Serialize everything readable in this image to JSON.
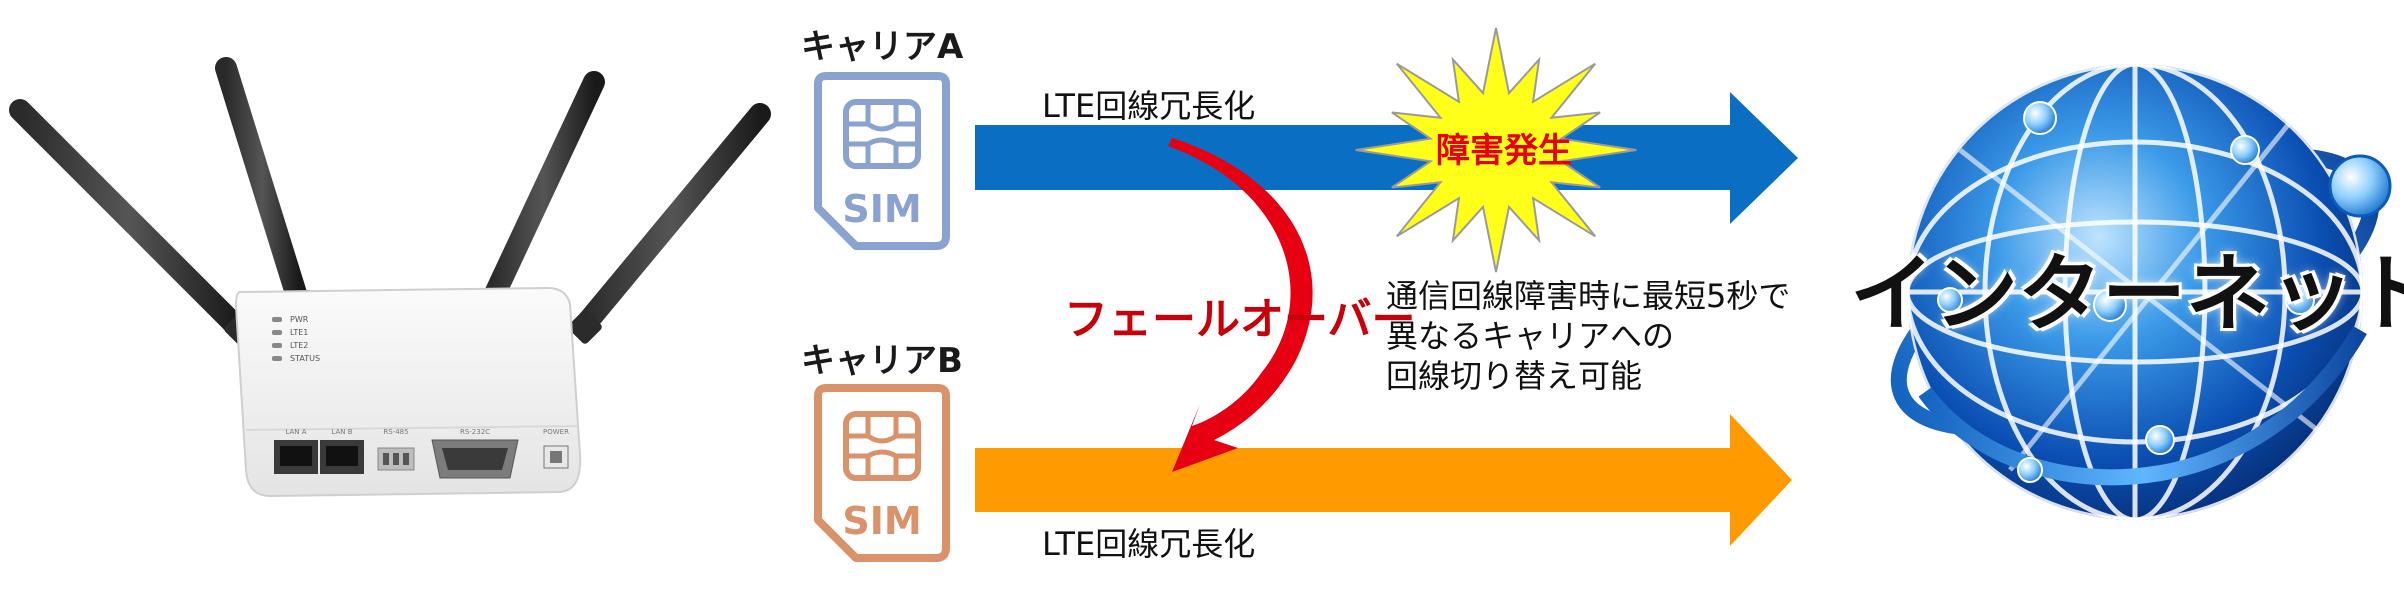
{
  "carrier_a": {
    "label": "キャリアA",
    "line_label": "LTE回線冗長化",
    "sim_text": "SIM"
  },
  "carrier_b": {
    "label": "キャリアB",
    "line_label": "LTE回線冗長化",
    "sim_text": "SIM"
  },
  "fault": {
    "label": "障害発生"
  },
  "failover": {
    "label": "フェールオーバー"
  },
  "note": {
    "lines": [
      "通信回線障害時に最短5秒で",
      "異なるキャリアへの",
      "回線切り替え可能"
    ]
  },
  "internet": {
    "label": "インターネット"
  },
  "router": {
    "led_labels": [
      "PWR",
      "LTE1",
      "LTE2",
      "STATUS"
    ],
    "port_labels": [
      "LAN A",
      "LAN B",
      "RS-485",
      "RS-232C",
      "POWER"
    ]
  },
  "colors": {
    "carrier_a_arrow": "#0a6fc2",
    "carrier_b_arrow": "#ff9a00",
    "failover_arrow": "#e60012",
    "fault_burst": "#ffff1a",
    "fault_text": "#e60012",
    "sim_a": "#8aa2cf",
    "sim_b": "#d9926a"
  }
}
